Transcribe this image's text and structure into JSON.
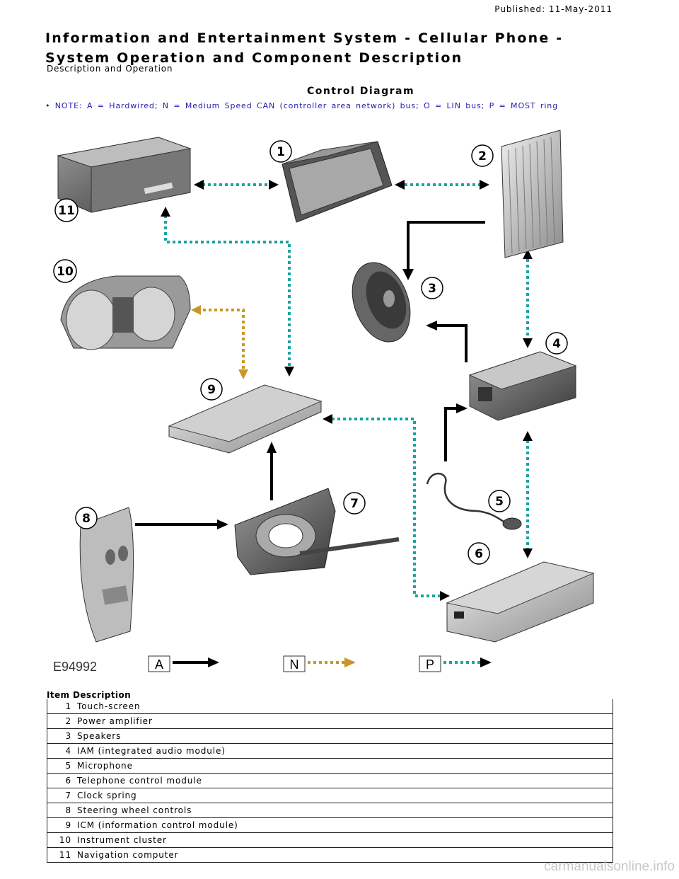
{
  "header": {
    "published": "Published: 11-May-2011",
    "title": "Information and Entertainment System - Cellular Phone - System Operation and Component Description",
    "subtitle": "Description and Operation"
  },
  "diagram": {
    "title": "Control Diagram",
    "note": "• NOTE: A = Hardwired; N = Medium Speed CAN (controller area network) bus; O = LIN bus; P = MOST ring",
    "image_id": "E94992",
    "callouts": [
      "1",
      "2",
      "3",
      "4",
      "5",
      "6",
      "7",
      "8",
      "9",
      "10",
      "11"
    ],
    "legend": [
      {
        "key": "A",
        "style": "solid"
      },
      {
        "key": "N",
        "style": "gold-dotted"
      },
      {
        "key": "P",
        "style": "teal-dotted"
      }
    ],
    "colors": {
      "most": "#1aa3a3",
      "can": "#c8962a",
      "hardwired": "#000000"
    }
  },
  "items": {
    "header": "Item Description",
    "rows": [
      {
        "num": "1",
        "desc": "Touch-screen"
      },
      {
        "num": "2",
        "desc": "Power amplifier"
      },
      {
        "num": "3",
        "desc": "Speakers"
      },
      {
        "num": "4",
        "desc": "IAM (integrated audio module)"
      },
      {
        "num": "5",
        "desc": "Microphone"
      },
      {
        "num": "6",
        "desc": "Telephone control module"
      },
      {
        "num": "7",
        "desc": "Clock spring"
      },
      {
        "num": "8",
        "desc": "Steering wheel controls"
      },
      {
        "num": "9",
        "desc": "ICM (information control module)"
      },
      {
        "num": "10",
        "desc": "Instrument cluster"
      },
      {
        "num": "11",
        "desc": "Navigation computer"
      }
    ]
  },
  "watermark": "carmanualsonline.info"
}
